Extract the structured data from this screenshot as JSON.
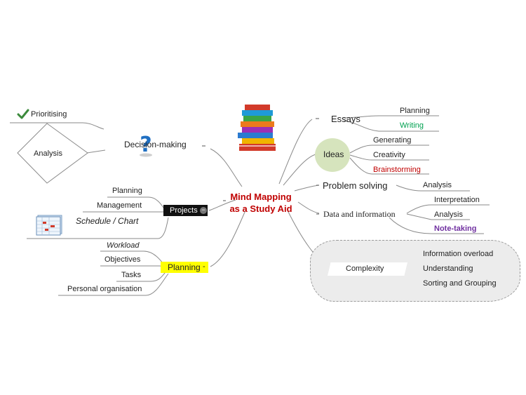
{
  "center": {
    "line1": "Mind Mapping",
    "line2": "as a Study Aid"
  },
  "left": {
    "decision": {
      "label": "Decision-making",
      "prioritising": "Prioritising",
      "analysis": "Analysis"
    },
    "projects": {
      "label": "Projects",
      "collapse_symbol": "−",
      "items": [
        "Planning",
        "Management",
        "Schedule / Chart"
      ]
    },
    "planning": {
      "label": "Planning",
      "items": [
        "Workload",
        "Objectives",
        "Tasks",
        "Personal organisation"
      ]
    }
  },
  "right": {
    "essays": {
      "label": "Essays",
      "items": [
        "Planning",
        "Writing"
      ]
    },
    "ideas": {
      "label": "Ideas",
      "items": [
        "Generating",
        "Creativity",
        "Brainstorming"
      ]
    },
    "problem": {
      "label": "Problem solving",
      "items": [
        "Analysis"
      ]
    },
    "data": {
      "label": "Data and information",
      "items": [
        "Interpretation",
        "Analysis",
        "Note-taking"
      ]
    },
    "complexity": {
      "label": "Complexity",
      "items": [
        "Information overload",
        "Understanding",
        "Sorting and Grouping"
      ]
    }
  },
  "colors": {
    "center": "#c00000",
    "writing": "#00a050",
    "brainstorming": "#c00000",
    "note_taking": "#7030a0",
    "planning_bg": "#ffff00",
    "ideas_bg": "#d6e4bd",
    "line": "#8a8a8a"
  }
}
